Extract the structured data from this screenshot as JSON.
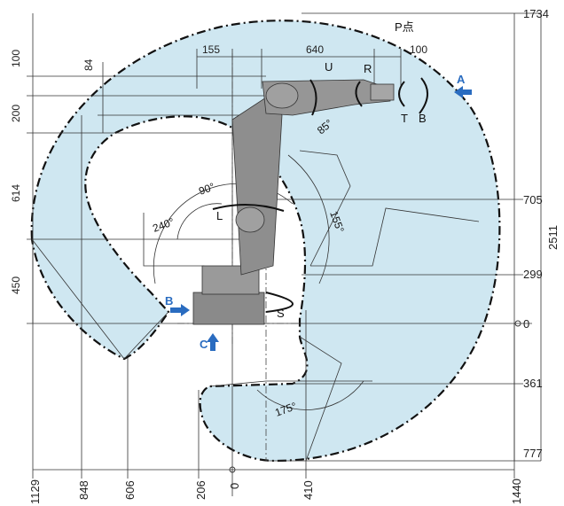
{
  "colors": {
    "envelope_fill": "#cfe7f1",
    "envelope_stroke": "#111111",
    "robot_body": "#8e8e8e",
    "arrow_blue": "#2a6cc0"
  },
  "dimensions_top": [
    "155",
    "640",
    "100"
  ],
  "dimensions_left": [
    "100",
    "84",
    "200",
    "614",
    "450"
  ],
  "dimensions_right": [
    "1734",
    "705",
    "299",
    "0",
    "361",
    "777"
  ],
  "dimension_total_right": "2511",
  "dimensions_bottom": [
    "1129",
    "848",
    "606",
    "206",
    "0",
    "410",
    "1440"
  ],
  "point_label": "P点",
  "axis_labels": {
    "U": "U",
    "R": "R",
    "T": "T",
    "B": "B",
    "L": "L",
    "S": "S"
  },
  "angles": [
    "85°",
    "90°",
    "240°",
    "155°",
    "175°"
  ],
  "views": {
    "A": "A",
    "B": "B",
    "C": "C"
  }
}
